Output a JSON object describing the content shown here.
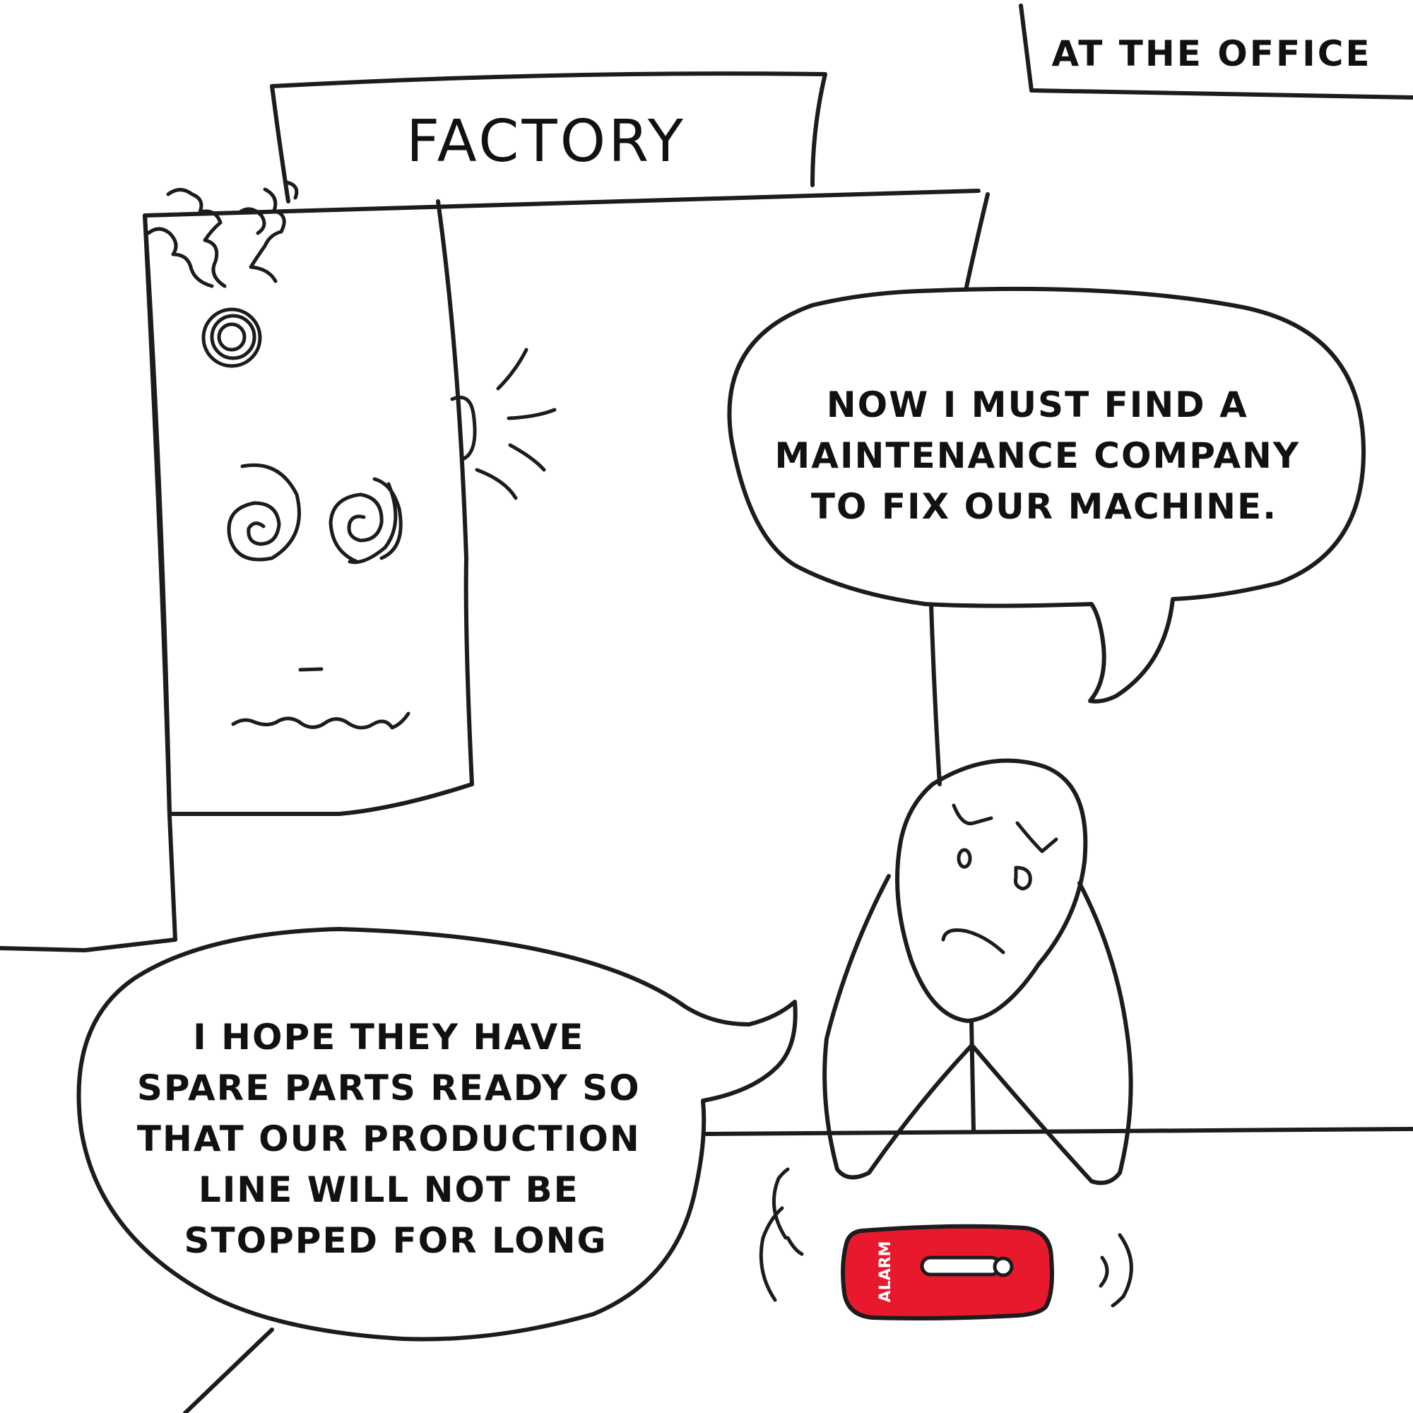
{
  "caption": {
    "location": "AT THE OFFICE"
  },
  "factory_sign": {
    "label": "FACTORY"
  },
  "speech_bubbles": {
    "top": {
      "lines": [
        "NOW I MUST FIND A",
        "MAINTENANCE COMPANY",
        "TO FIX OUR MACHINE."
      ]
    },
    "bottom": {
      "lines": [
        "I HOPE THEY HAVE",
        "SPARE PARTS READY SO",
        "THAT OUR PRODUCTION",
        "LINE WILL NOT BE",
        "STOPPED FOR LONG"
      ]
    }
  },
  "alarm": {
    "label": "ALARM",
    "color": "#e8192c"
  },
  "colors": {
    "ink": "#1c1c1c",
    "background": "#ffffff"
  }
}
